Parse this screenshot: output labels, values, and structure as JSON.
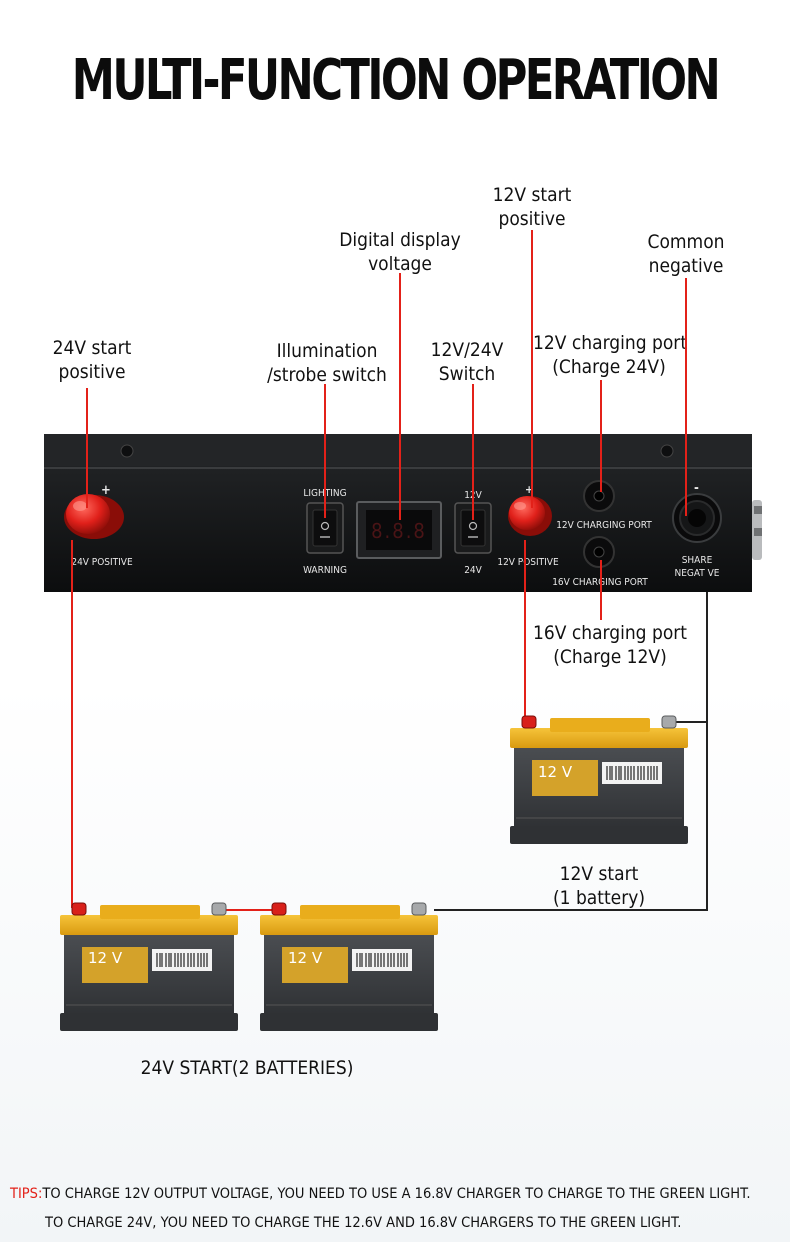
{
  "title": "MULTI-FUNCTION OPERATION",
  "callouts": {
    "start_24v_positive": [
      "24V start",
      "positive"
    ],
    "illumination_switch": [
      "Illumination",
      "/strobe switch"
    ],
    "digital_display": [
      "Digital display",
      "voltage"
    ],
    "switch_12v_24v": [
      "12V/24V",
      "Switch"
    ],
    "start_12v_positive": [
      "12V start",
      "positive"
    ],
    "charging_port_12v": [
      "12V charging port",
      "(Charge 24V)"
    ],
    "common_negative": [
      "Common",
      "negative"
    ],
    "charging_port_16v": [
      "16V charging port",
      "(Charge 12V)"
    ],
    "start_12v_battery": [
      "12V start",
      "(1 battery)"
    ],
    "start_24v_batteries": "24V START(2 BATTERIES)"
  },
  "panel": {
    "plus_sign": "+",
    "minus_sign": "-",
    "label_24v_positive": "24V POSITIVE",
    "label_lighting": "LIGHTING",
    "label_warning": "WARNING",
    "display_value": "8.8.8",
    "label_12v": "12V",
    "label_24v": "24V",
    "label_12v_positive": "12V POSITIVE",
    "label_12v_charging_port": "12V CHARGING PORT",
    "label_16v_charging_port": "16V CHARGING PORT",
    "label_share": "SHARE",
    "label_negative": "NEGAT VE"
  },
  "battery_label": "12 V",
  "tips": {
    "prefix": "TIPS:",
    "line1": "TO CHARGE 12V OUTPUT VOLTAGE, YOU NEED TO USE A 16.8V CHARGER TO CHARGE TO THE GREEN LIGHT.",
    "line2": "TO CHARGE 24V, YOU NEED TO CHARGE THE 12.6V AND 16.8V CHARGERS TO THE GREEN LIGHT."
  },
  "colors": {
    "wire_red": "#e32119",
    "panel_black": "#141516",
    "battery_yellow": "#f1b21a",
    "battery_body": "#3a3c3f",
    "label_gold": "#d4a22a"
  }
}
